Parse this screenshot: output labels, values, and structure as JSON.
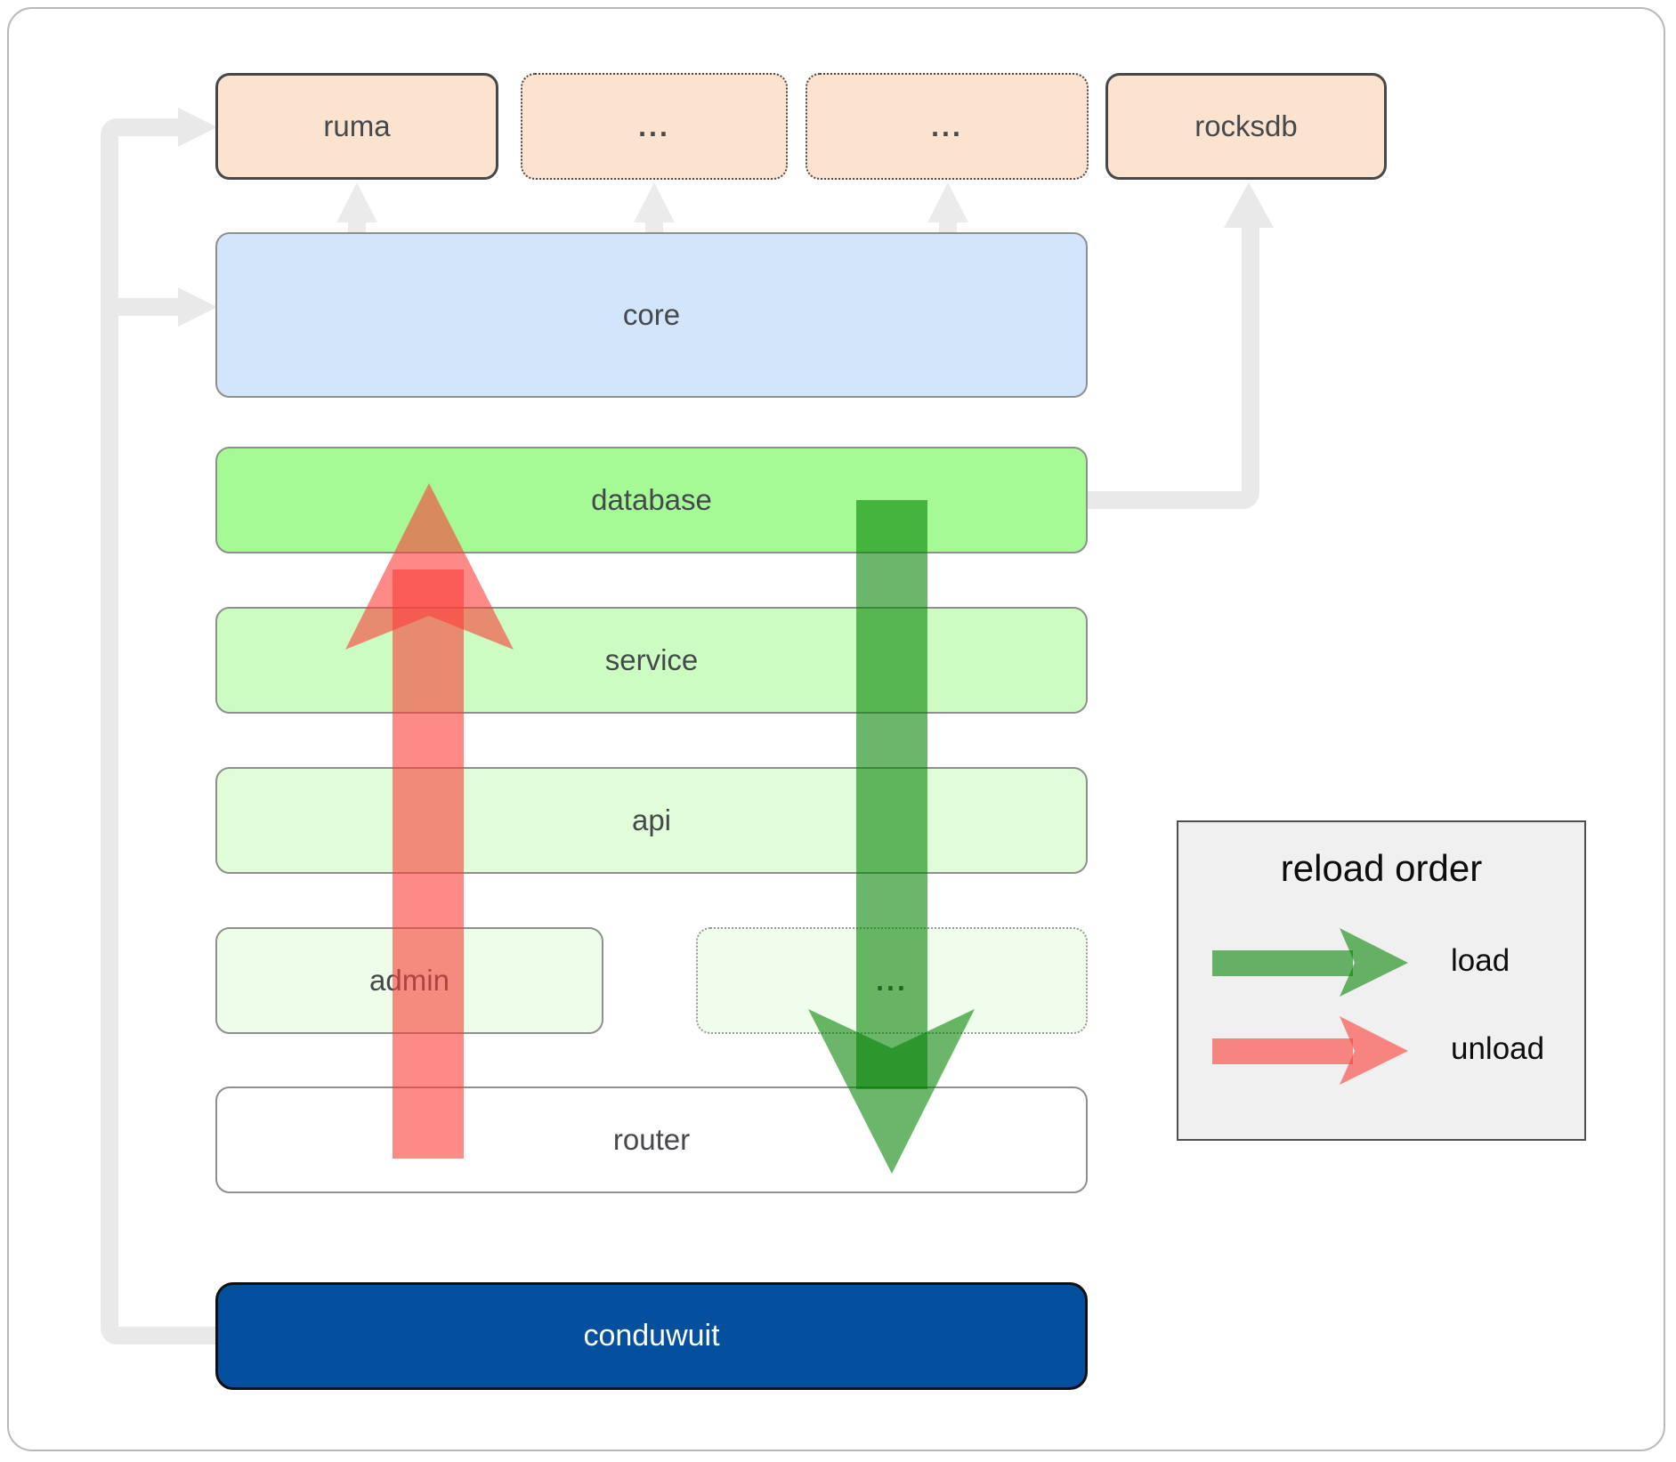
{
  "boxes": {
    "ruma": "ruma",
    "ellipsis_top_1": "...",
    "ellipsis_top_2": "...",
    "rocksdb": "rocksdb",
    "core": "core",
    "database": "database",
    "service": "service",
    "api": "api",
    "admin": "admin",
    "ellipsis_mid": "...",
    "router": "router",
    "conduwuit": "conduwuit"
  },
  "legend": {
    "title": "reload order",
    "items": [
      {
        "label": "load",
        "color": "#008200"
      },
      {
        "label": "unload",
        "color": "#fa3e38"
      }
    ]
  },
  "colors": {
    "load_arrow": "#008200",
    "unload_arrow": "#fa3e38",
    "connector": "#e9e9e9",
    "small_arrow": "#ebebeb",
    "peach_fill": "#fce3cf",
    "core_fill": "#d3e5fa",
    "database_fill": "#a5fa96",
    "service_fill": "#cdfcc2",
    "api_fill": "#e1fcd9",
    "admin_fill": "#edfde9",
    "router_fill": "#ffffff",
    "conduwuit_fill": "#04509e",
    "legend_bg": "#f0f0f0"
  }
}
